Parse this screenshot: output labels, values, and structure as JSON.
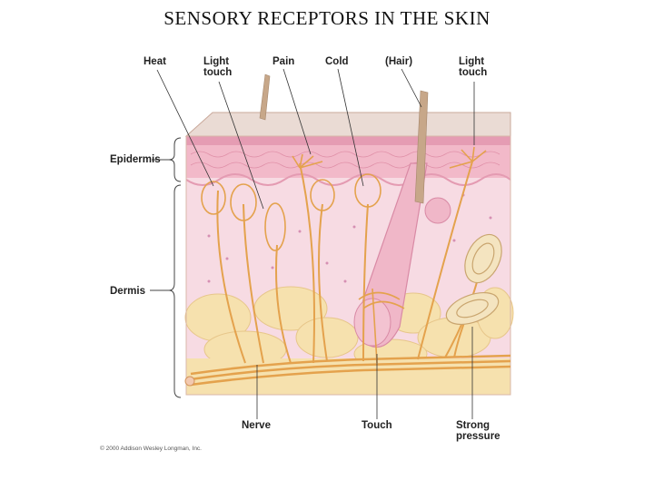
{
  "title": "SENSORY RECEPTORS IN THE SKIN",
  "labels": {
    "heat": "Heat",
    "light_touch_1_l1": "Light",
    "light_touch_1_l2": "touch",
    "pain": "Pain",
    "cold": "Cold",
    "hair": "(Hair)",
    "light_touch_2_l1": "Light",
    "light_touch_2_l2": "touch",
    "epidermis": "Epidermis",
    "dermis": "Dermis",
    "nerve": "Nerve",
    "touch": "Touch",
    "strong_pressure_l1": "Strong",
    "strong_pressure_l2": "pressure"
  },
  "credit": "© 2000 Addison Wesley Longman, Inc.",
  "colors": {
    "epidermis_top": "#ead9d3",
    "epidermis": "#f2b7c8",
    "dermis": "#f8dde5",
    "fat": "#f6e2b0",
    "nerve": "#e8a84f",
    "hair": "#c9a98a",
    "follicle": "#f0b9c9"
  }
}
